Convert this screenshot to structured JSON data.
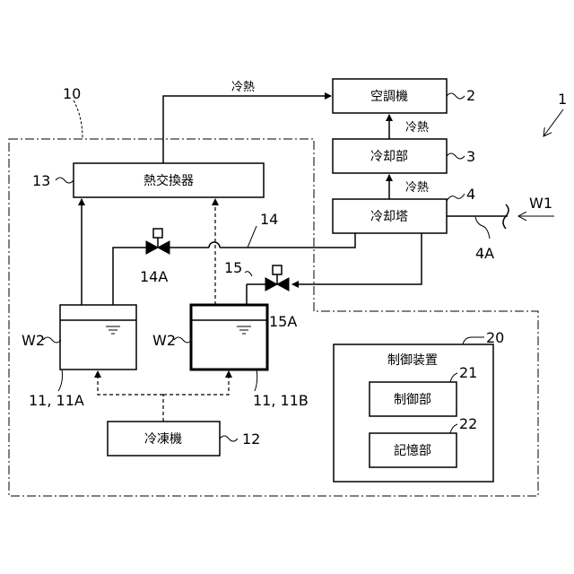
{
  "labels": {
    "system_ref": "1",
    "zone_10": "10",
    "zone_20": "20",
    "air_conditioner": "空調機",
    "ref_2": "2",
    "cooling_unit": "冷却部",
    "ref_3": "3",
    "cooling_tower": "冷却塔",
    "ref_4": "4",
    "ref_4a": "4A",
    "w1": "W1",
    "heat_exchanger": "熱交換器",
    "ref_13": "13",
    "cold_heat_1": "冷熱",
    "cold_heat_2": "冷熱",
    "cold_heat_3": "冷熱",
    "pipe_14": "14",
    "valve_14a": "14A",
    "pipe_15": "15",
    "valve_15a": "15A",
    "w2_left": "W2",
    "w2_right": "W2",
    "tank_11a": "11, 11A",
    "tank_11b": "11, 11B",
    "refrigerator": "冷凍機",
    "ref_12": "12",
    "control_device": "制御装置",
    "controller": "制御部",
    "ref_21": "21",
    "storage": "記憶部",
    "ref_22": "22"
  }
}
